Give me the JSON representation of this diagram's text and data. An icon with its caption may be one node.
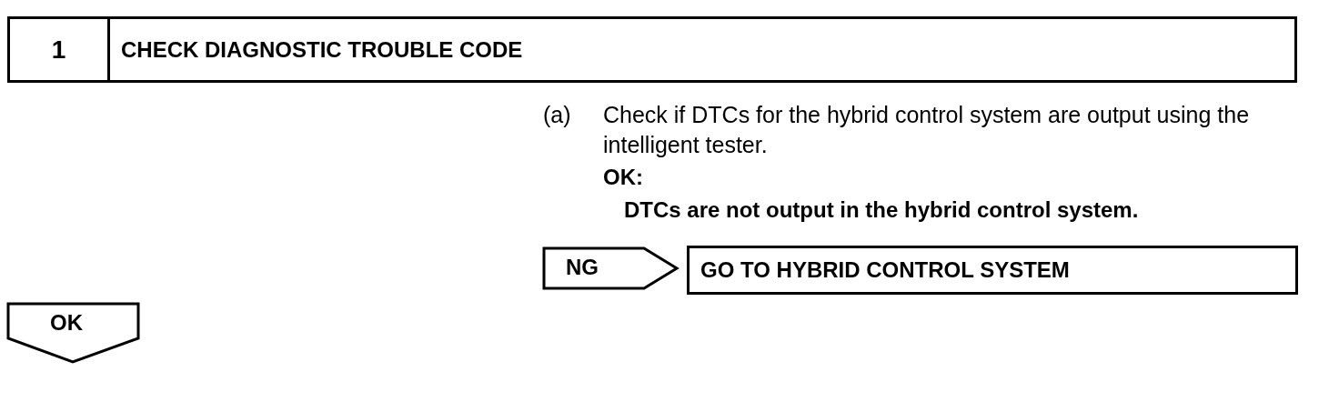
{
  "diagram": {
    "nodes": [
      {
        "text": [
          "1",
          "CHECK DIAGNOSTIC TROUBLE CODE"
        ]
      },
      {
        "text": [
          "NG"
        ]
      },
      {
        "text": [
          "GO TO HYBRID CONTROL SYSTEM"
        ]
      },
      {
        "text": [
          "OK"
        ]
      }
    ],
    "labels": [
      "(a)",
      "Check if DTCs for the hybrid control system are output using the intelligent tester.",
      "OK:",
      "DTCs are not output in the hybrid control system."
    ]
  }
}
